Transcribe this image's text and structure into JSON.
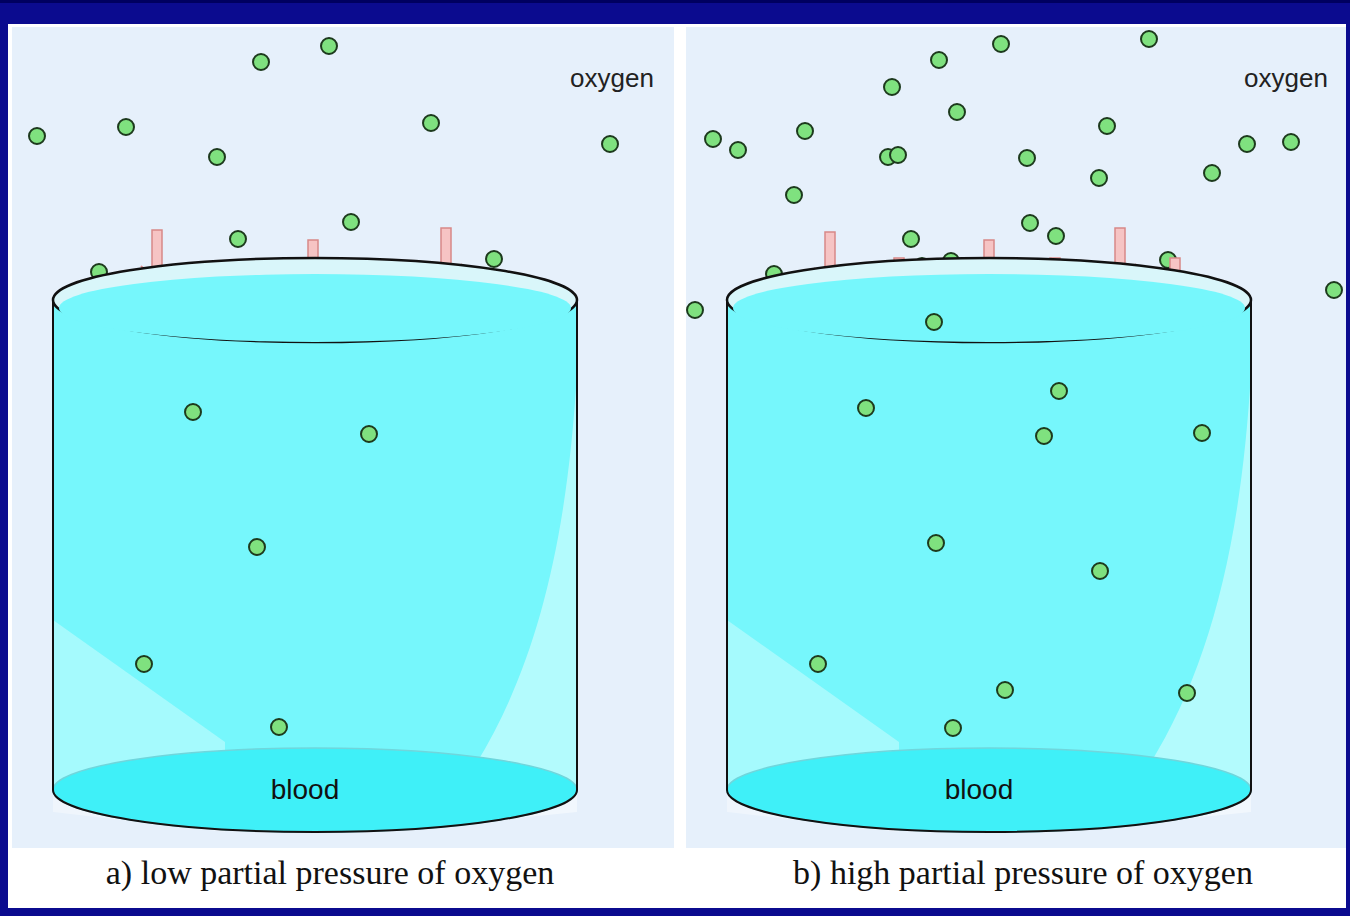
{
  "diagram": {
    "nodes": [
      {
        "text": [
          "blood"
        ]
      },
      {
        "text": [
          "blood"
        ]
      }
    ],
    "labels": [
      "oxygen",
      "oxygen",
      "a) low partial pressure of oxygen",
      "b) high partial pressure of oxygen"
    ]
  }
}
